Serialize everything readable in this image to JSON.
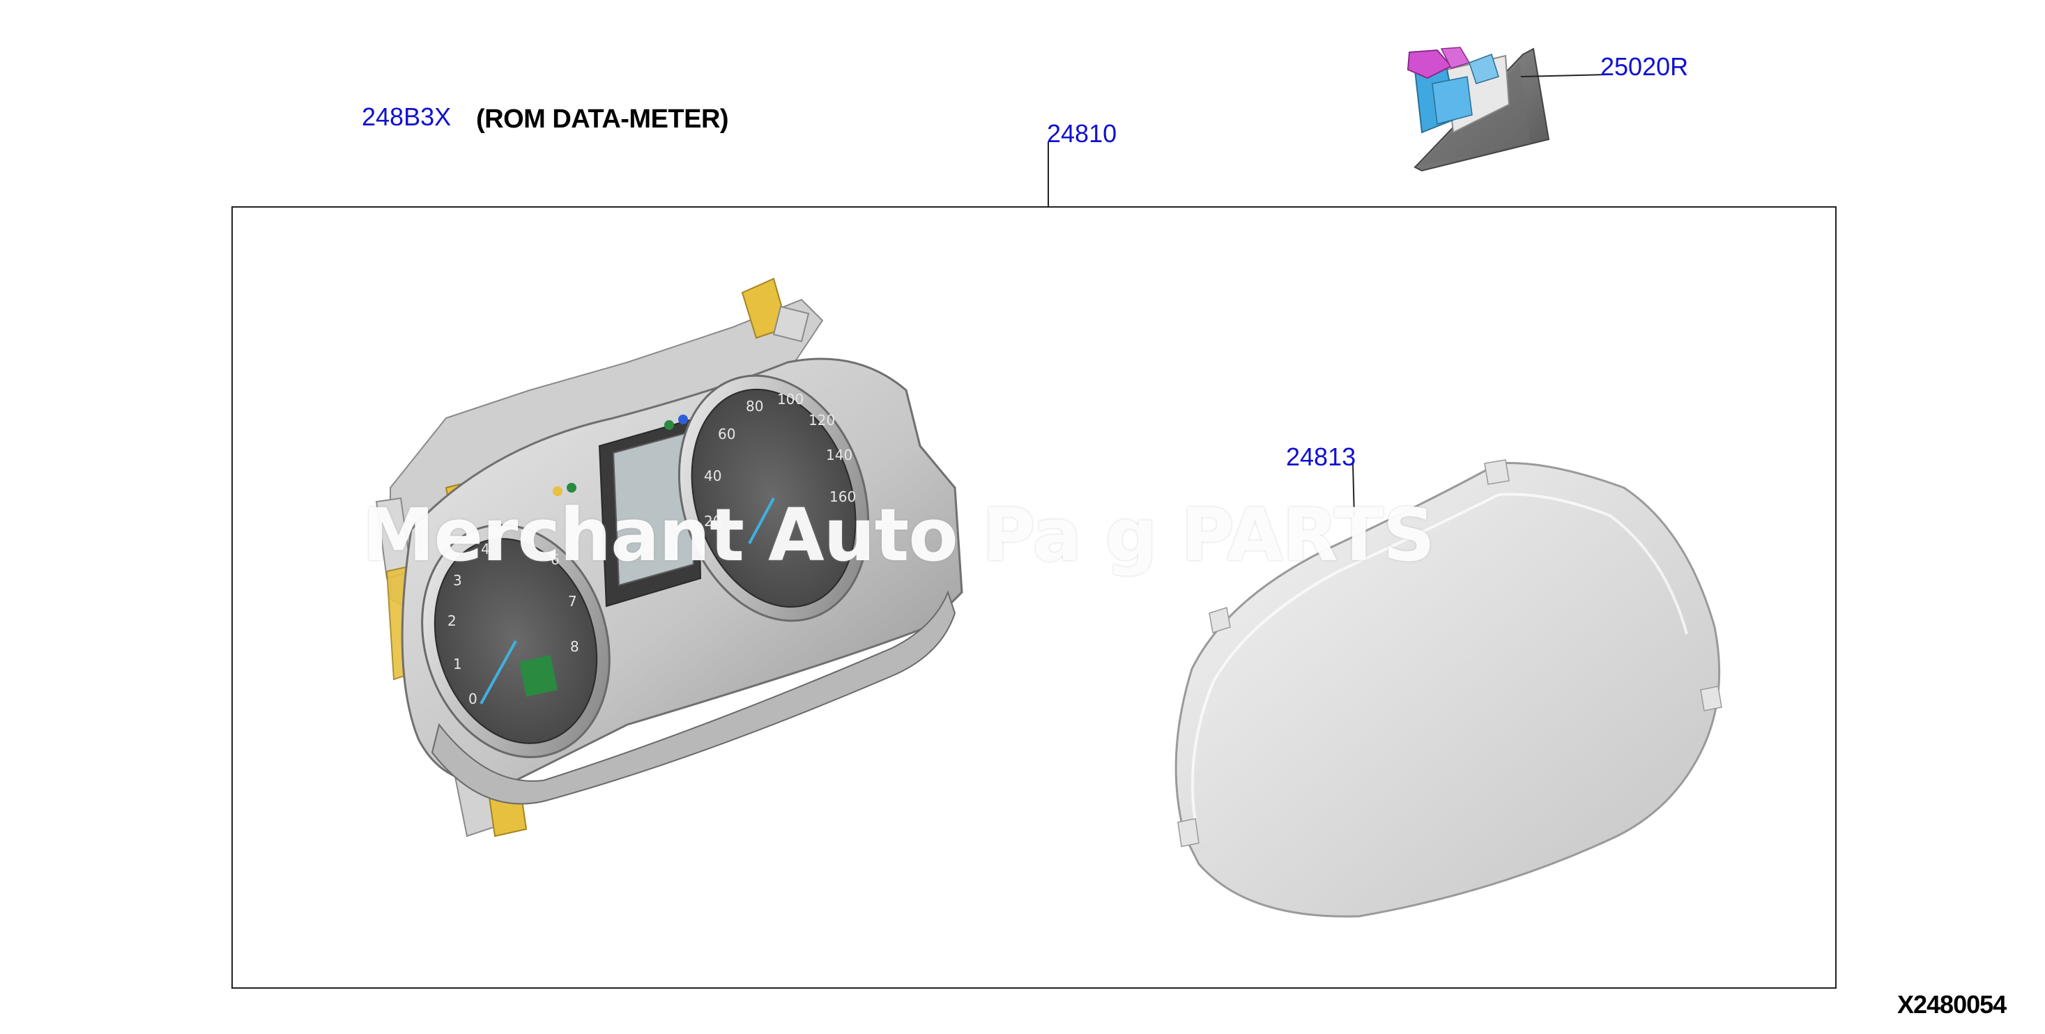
{
  "colors": {
    "callout": "#1010d0",
    "frame": "#222222",
    "text": "#000000",
    "watermark": "#ffffff",
    "connector_pink": "#d050d0",
    "connector_blue": "#40a8e0",
    "indicator_yellow": "#e8c040",
    "meter_green": "#2a8a40"
  },
  "callouts": {
    "rom_data_part": "248B3X",
    "cluster_assembly": "24810",
    "connector_part": "25020R",
    "lens_part": "24813"
  },
  "caption": "(ROM DATA-METER)",
  "figure_id": "X2480054",
  "watermark_text": "Merchant Auto Pa     g PARTS",
  "gauges": {
    "speedometer_ticks": [
      "20",
      "40",
      "60",
      "80",
      "100",
      "120",
      "140",
      "160"
    ],
    "tachometer_ticks": [
      "0",
      "1",
      "2",
      "3",
      "4",
      "5",
      "6",
      "7",
      "8"
    ]
  },
  "icons": {
    "cluster": "instrument-cluster-illustration",
    "lens": "cluster-lens-illustration",
    "connector": "connector-illustration"
  }
}
